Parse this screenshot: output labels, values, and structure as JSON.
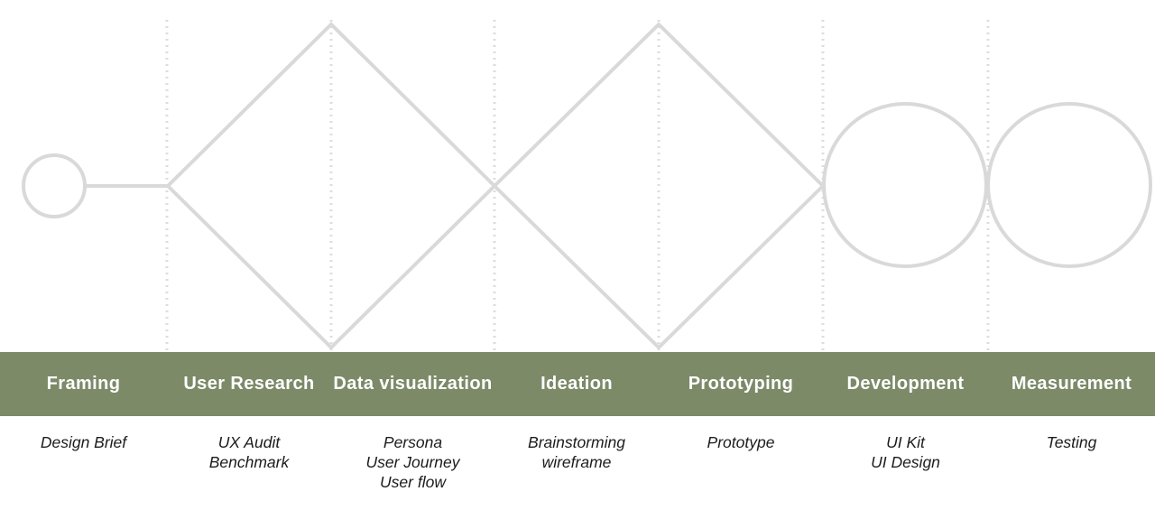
{
  "colors": {
    "band_background": "#7c8a68",
    "band_text": "#ffffff",
    "diagram_stroke": "#d9d9d9",
    "divider_stroke": "#dddddd",
    "deliverable_text": "#1c1c1c"
  },
  "phases": [
    {
      "name": "Framing",
      "deliverables": [
        "Design Brief"
      ]
    },
    {
      "name": "User Research",
      "deliverables": [
        "UX Audit",
        "Benchmark"
      ]
    },
    {
      "name": "Data visualization",
      "deliverables": [
        "Persona",
        "User Journey",
        "User flow"
      ]
    },
    {
      "name": "Ideation",
      "deliverables": [
        "Brainstorming",
        "wireframe"
      ]
    },
    {
      "name": "Prototyping",
      "deliverables": [
        "Prototype"
      ]
    },
    {
      "name": "Development",
      "deliverables": [
        "UI Kit",
        "UI Design"
      ]
    },
    {
      "name": "Measurement",
      "deliverables": [
        "Testing"
      ]
    }
  ]
}
